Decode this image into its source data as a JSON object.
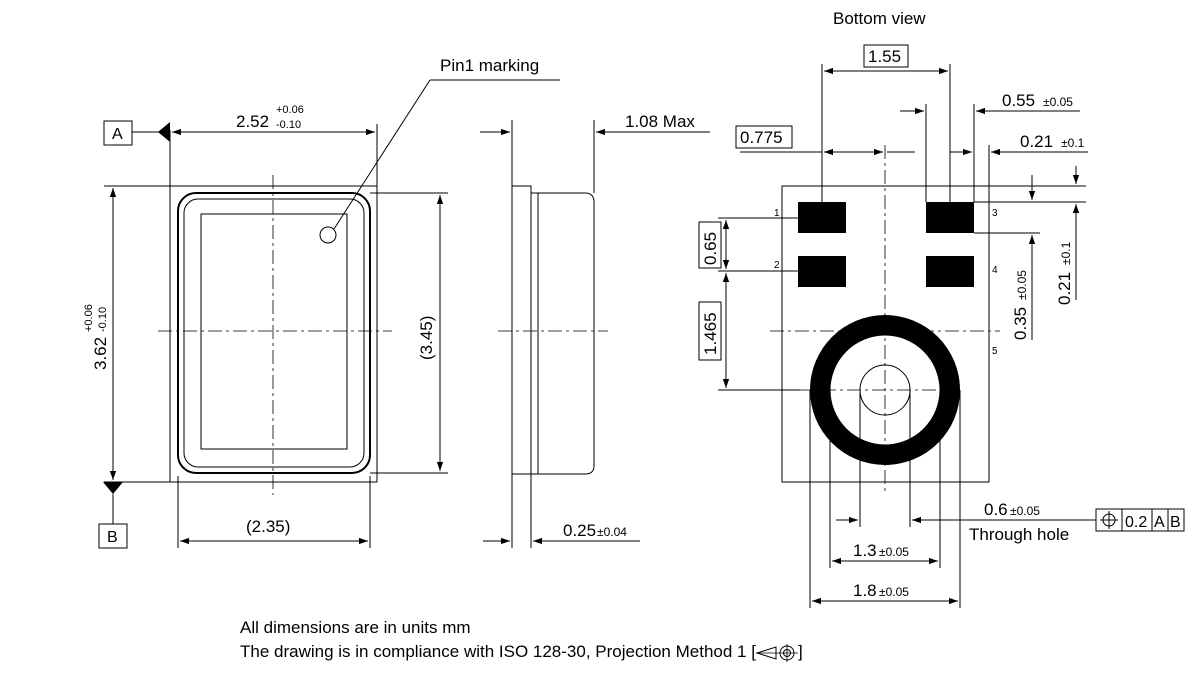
{
  "views": {
    "bottom_view_title": "Bottom view",
    "pin1_marking": "Pin1 marking"
  },
  "datums": {
    "a": "A",
    "b": "B"
  },
  "front": {
    "width_nominal": "2.52",
    "width_tol_upper": "+0.06",
    "width_tol_lower": "-0.10",
    "height_nominal": "3.62",
    "height_tol_upper": "+0.06",
    "height_tol_lower": "-0.10",
    "inner_width_ref": "(2.35)",
    "inner_height_ref": "(3.45)"
  },
  "side": {
    "thickness_max": "1.08 Max",
    "base_nominal": "0.25",
    "base_tol": "±0.04"
  },
  "bottom": {
    "pitch_x": "1.55",
    "pad_offset_x": "0.775",
    "pad_width_nominal": "0.55",
    "pad_width_tol": "±0.05",
    "edge_gap_nominal": "0.21",
    "edge_gap_tol": "±0.1",
    "pitch_y": "0.65",
    "pad_height_nominal": "0.35",
    "pad_height_tol": "±0.05",
    "edge_gap_v_nominal": "0.21",
    "edge_gap_v_tol": "±0.1",
    "hole_offset_y": "1.465",
    "hole_dia_nominal": "0.6",
    "hole_dia_tol": "±0.05",
    "through_hole": "Through hole",
    "ring_inner_nominal": "1.3",
    "ring_inner_tol": "±0.05",
    "ring_outer_nominal": "1.8",
    "ring_outer_tol": "±0.05",
    "pin_labels": [
      "1",
      "2",
      "3",
      "4",
      "5"
    ],
    "gdt_tolerance": "0.2",
    "gdt_datum_a": "A",
    "gdt_datum_b": "B"
  },
  "notes": {
    "line1": "All dimensions are in units mm",
    "line2_prefix": "The drawing is in compliance with ISO 128-30, Projection Method 1 [",
    "line2_suffix": "]"
  }
}
